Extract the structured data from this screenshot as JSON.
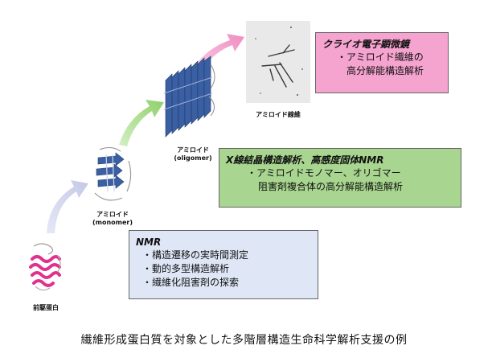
{
  "labels": {
    "precursor": "前駆蛋白",
    "monomer_1": "アミロイド",
    "monomer_2": "(monomer)",
    "oligomer_1": "アミロイド",
    "oligomer_2": "(oligomer)",
    "fiber": "アミロイド線維"
  },
  "boxes": {
    "cryo": {
      "title": "クライオ電子顕微鏡",
      "items": [
        "・アミロイド繊維の",
        "高分解能構造解析"
      ],
      "color": "#f5a3cf"
    },
    "xray": {
      "title": "X線結晶構造解析、高感度固体NMR",
      "items": [
        "・アミロイドモノマー、オリゴマー",
        "阻害剤複合体の高分解能構造解析"
      ],
      "color": "#a8d58f"
    },
    "nmr": {
      "title": "NMR",
      "items": [
        "・構造遷移の実時間測定",
        "・動的多型構造解析",
        "・繊維化阻害剤の探索"
      ],
      "color": "#dfe7f7"
    }
  },
  "caption": "繊維形成蛋白質を対象とした多階層構造生命科学解析支援の例",
  "colors": {
    "arrow_lavender": "#c9cdea",
    "arrow_green": "#a8d98c",
    "arrow_pink": "#f3a6cf",
    "protein_magenta": "#e0318f",
    "protein_blue": "#3b5fa3"
  }
}
